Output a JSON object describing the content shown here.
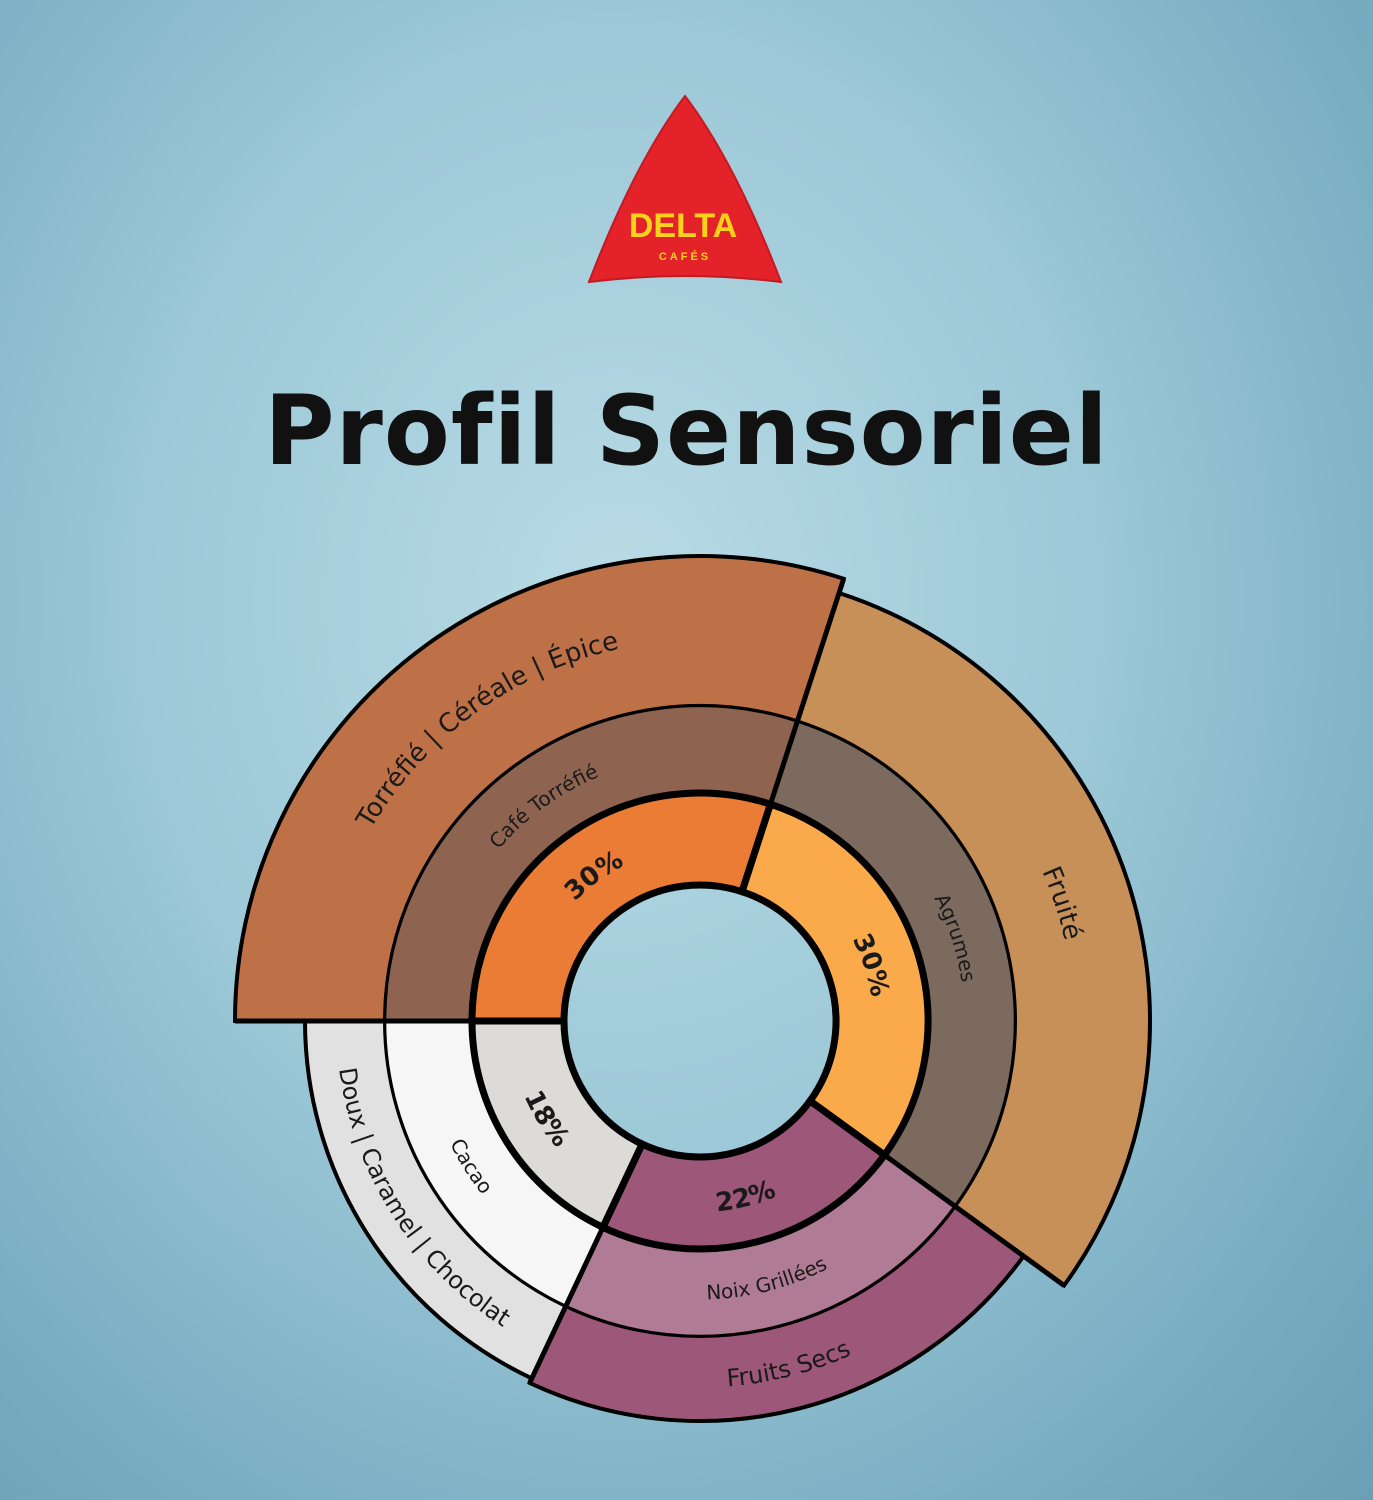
{
  "logo": {
    "brand": "DELTA",
    "sub": "CAFÉS",
    "red": "#E4222A",
    "yellow": "#F7D21A"
  },
  "title": "Profil Sensoriel",
  "chart_data": {
    "type": "sunburst",
    "title": "Profil Sensoriel",
    "segments": [
      {
        "percent_label": "30%",
        "value": 30,
        "note": "Café Torréfié",
        "family": "Torréfié | Céréale | Épice",
        "colors": {
          "inner": "#EA7C35",
          "middle": "#8E6451",
          "outer": "#BE7146"
        },
        "outer_size": 1.0
      },
      {
        "percent_label": "30%",
        "value": 30,
        "note": "Agrumes",
        "family": "Fruité",
        "colors": {
          "inner": "#FBAA4B",
          "middle": "#7B6A5D",
          "outer": "#C79058"
        },
        "outer_size": 0.95
      },
      {
        "percent_label": "22%",
        "value": 22,
        "note": "Noix Grillées",
        "family": "Fruits Secs",
        "colors": {
          "inner": "#9D5779",
          "middle": "#B07B94",
          "outer": "#9D5779"
        },
        "outer_size": 0.79
      },
      {
        "percent_label": "18%",
        "value": 18,
        "note": "Cacao",
        "family": "Doux | Caramel | Chocolat",
        "colors": {
          "inner": "#DCDBD7",
          "middle": "#F7F6F6",
          "outer": "#E1E1E1"
        },
        "outer_size": 0.78
      }
    ]
  }
}
